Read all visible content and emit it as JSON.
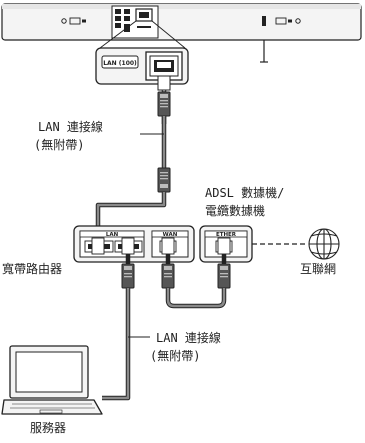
{
  "labels": {
    "port_lan100": "LAN (100)",
    "cable_top_line1": "LAN 連接線",
    "cable_top_line2": "(無附帶)",
    "modem_line1": "ADSL 數據機/",
    "modem_line2": "電纜數據機",
    "internet": "互聯網",
    "router": "寬帶路由器",
    "router_lan_port": "LAN",
    "router_wan_port": "WAN",
    "modem_port": "ETHER",
    "cable_bottom_line1": "LAN 連接線",
    "cable_bottom_line2": "(無附帶)",
    "server": "服務器"
  },
  "icons": {
    "soundbar": "soundbar-device-icon",
    "laptop": "laptop-server-icon",
    "internet": "globe-icon",
    "connector": "rj45-connector-icon"
  },
  "colors": {
    "line": "#222222",
    "cable": "#8a8a8a",
    "device_fill": "#f4f4f4"
  }
}
